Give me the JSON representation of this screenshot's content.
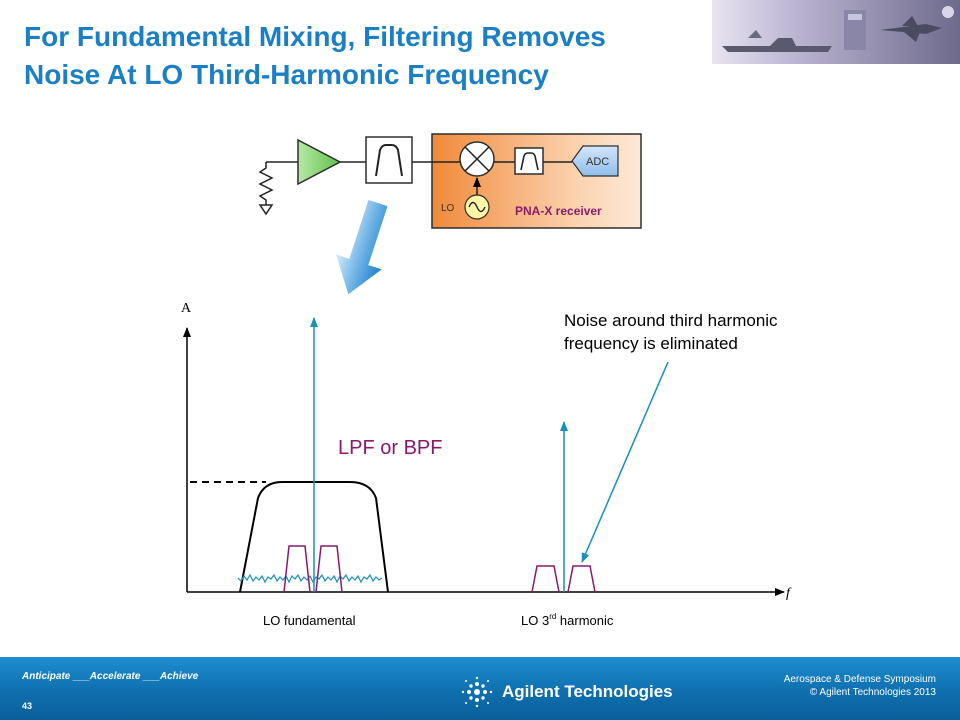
{
  "title": {
    "line1": "For Fundamental Mixing, Filtering Removes",
    "line2": "Noise At LO Third-Harmonic Frequency"
  },
  "block_diagram": {
    "adc_label": "ADC",
    "lo_label": "LO",
    "receiver_label": "PNA-X receiver"
  },
  "spectrum": {
    "y_axis_label": "A",
    "x_axis_label": "f",
    "filter_label": "LPF or BPF",
    "annotation_line1": "Noise around third harmonic",
    "annotation_line2": "frequency is eliminated",
    "lo_fundamental_label": "LO fundamental",
    "lo_third_prefix": "LO 3",
    "lo_third_superscript": "rd",
    "lo_third_suffix": " harmonic"
  },
  "footer": {
    "tagline": "Anticipate ___Accelerate ___Achieve",
    "page_number": "43",
    "company": "Agilent Technologies",
    "event_line1": "Aerospace & Defense Symposium",
    "event_line2": "© Agilent Technologies 2013"
  },
  "colors": {
    "title": "#1a7fc4",
    "accent": "#1a8fb8",
    "filter_label": "#8b1a6b",
    "footer": "#0f6fae"
  }
}
